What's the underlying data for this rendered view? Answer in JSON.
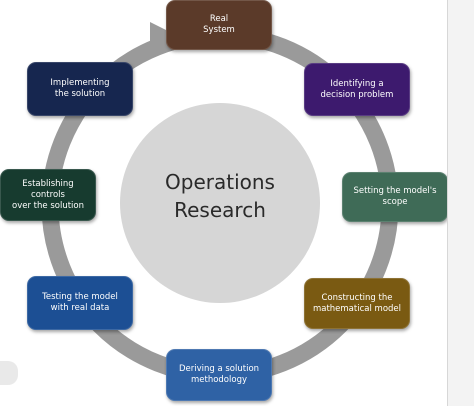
{
  "center": {
    "label": "Operations\nResearch",
    "color": "#d6d6d6"
  },
  "ring": {
    "color": "#9a9a9a"
  },
  "steps": [
    {
      "id": "real-system",
      "label": "Real\nSystem",
      "color": "#5b3a29"
    },
    {
      "id": "identifying-decision-problem",
      "label": "Identifying a\ndecision problem",
      "color": "#3d1a6e"
    },
    {
      "id": "setting-model-scope",
      "label": "Setting the model's\nscope",
      "color": "#3f6b57"
    },
    {
      "id": "constructing-mathematical-model",
      "label": "Constructing the\nmathematical model",
      "color": "#7a5a12"
    },
    {
      "id": "deriving-solution-methodology",
      "label": "Deriving a solution\nmethodology",
      "color": "#2f62a5"
    },
    {
      "id": "testing-model-real-data",
      "label": "Testing the model\nwith real data",
      "color": "#1c4f94"
    },
    {
      "id": "establishing-controls",
      "label": "Establishing controls\nover the solution",
      "color": "#173b2f"
    },
    {
      "id": "implementing-solution",
      "label": "Implementing\nthe solution",
      "color": "#16264f"
    }
  ]
}
